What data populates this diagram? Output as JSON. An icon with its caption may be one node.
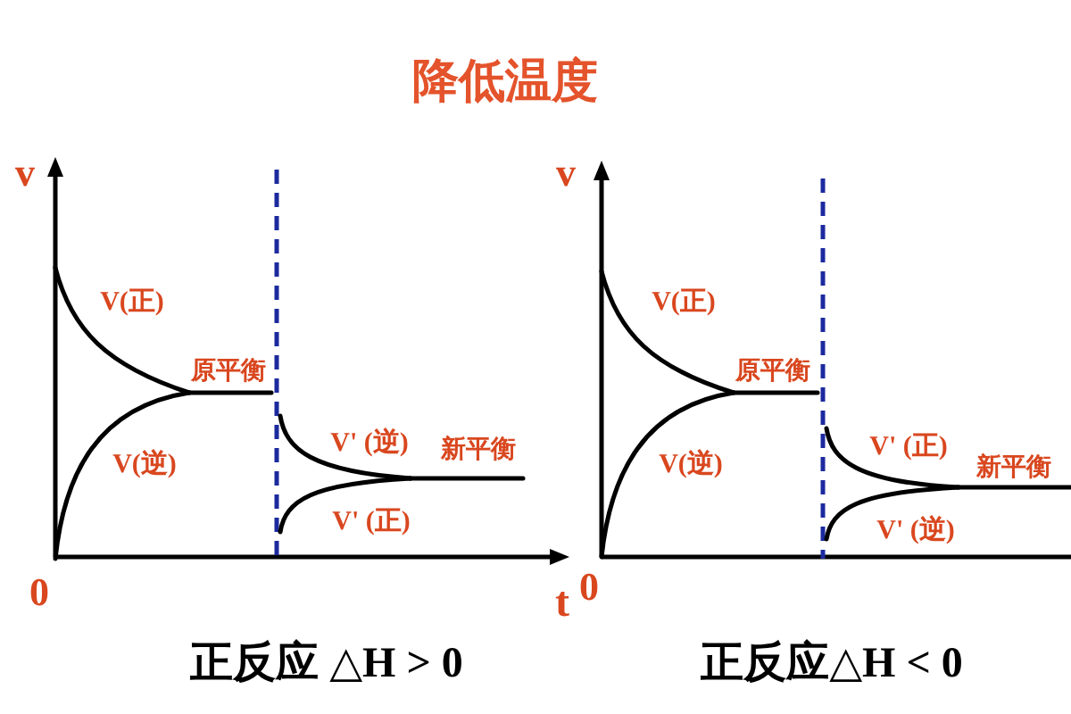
{
  "diagram": {
    "title": "降低温度",
    "labels": [
      "v",
      "V(正)",
      "原平衡",
      "V(逆)",
      "V' (逆)",
      "新平衡",
      "V' (正)",
      "0",
      "t",
      "v",
      "V(正)",
      "原平衡",
      "V(逆)",
      "V' (正)",
      "新平衡",
      "V' (逆)",
      "0",
      "正反应 △H > 0",
      "正反应△H < 0"
    ]
  }
}
